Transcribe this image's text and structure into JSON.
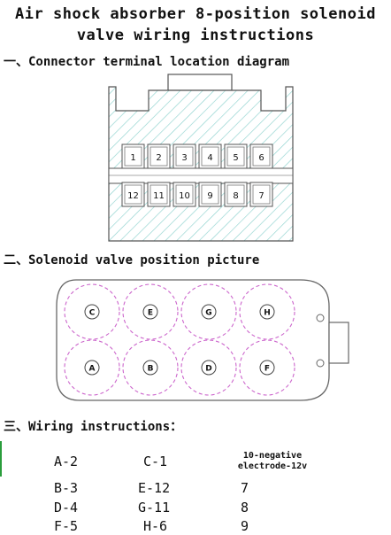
{
  "title": {
    "line1": "Air shock absorber 8-position solenoid",
    "line2": "valve wiring instructions"
  },
  "sections": {
    "connector": "一、Connector terminal location diagram",
    "solenoid": "二、Solenoid valve position picture",
    "wiring": "三、Wiring instructions："
  },
  "connector": {
    "top_row": [
      "1",
      "2",
      "3",
      "4",
      "5",
      "6"
    ],
    "bottom_row": [
      "12",
      "11",
      "10",
      "9",
      "8",
      "7"
    ]
  },
  "solenoid": {
    "top_row": [
      "C",
      "E",
      "G",
      "H"
    ],
    "bottom_row": [
      "A",
      "B",
      "D",
      "F"
    ]
  },
  "wiring": {
    "header": [
      "A-2",
      "C-1",
      "10-negative electrode-12v"
    ],
    "rows": [
      [
        "B-3",
        "E-12",
        "7"
      ],
      [
        "D-4",
        "G-11",
        "8"
      ],
      [
        "F-5",
        "H-6",
        "9"
      ]
    ]
  },
  "colors": {
    "hatch": "#8fd3cf",
    "outline": "#555555",
    "dash": "#cc66cc"
  }
}
